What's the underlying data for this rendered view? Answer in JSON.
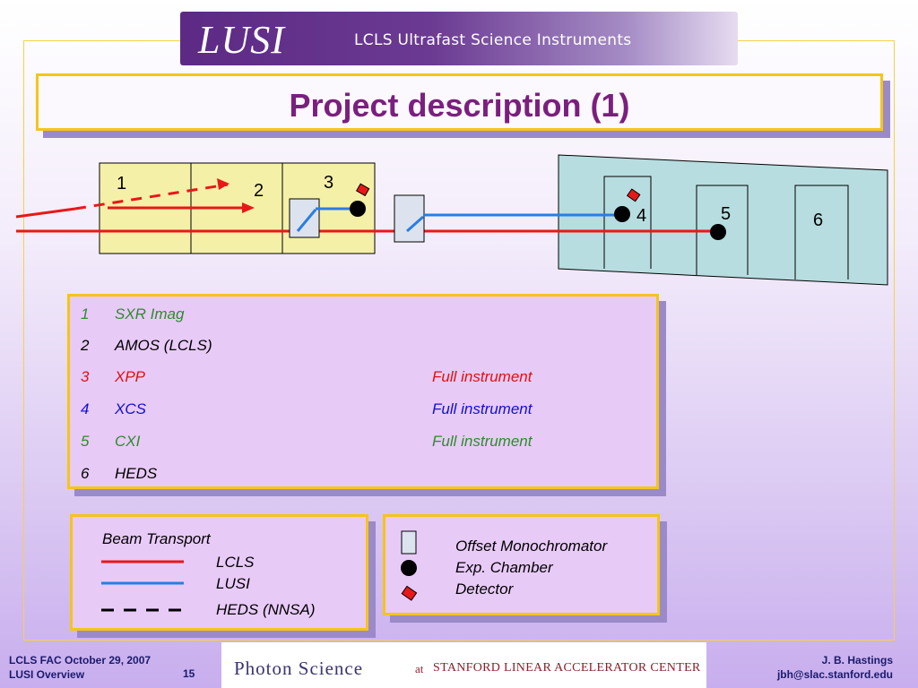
{
  "banner": {
    "logo": "LUSI",
    "tagline": "LCLS Ultrafast Science Instruments"
  },
  "title": "Project description (1)",
  "diagram": {
    "labels": [
      "1",
      "2",
      "3",
      "4",
      "5",
      "6"
    ]
  },
  "instruments": [
    {
      "num": "1",
      "name": "SXR Imag",
      "desc": "",
      "color": "#2e8b2e"
    },
    {
      "num": "2",
      "name": "AMOS (LCLS)",
      "desc": "",
      "color": "#000000"
    },
    {
      "num": "3",
      "name": "XPP",
      "desc": "Full instrument",
      "color": "#e01010"
    },
    {
      "num": "4",
      "name": "XCS",
      "desc": "Full instrument",
      "color": "#1010d0"
    },
    {
      "num": "5",
      "name": "CXI",
      "desc": "Full instrument",
      "color": "#2e8b2e"
    },
    {
      "num": "6",
      "name": "HEDS",
      "desc": "",
      "color": "#000000"
    }
  ],
  "legend_beam": {
    "heading": "Beam Transport",
    "items": [
      {
        "label": "LCLS",
        "color": "#e81818"
      },
      {
        "label": "LUSI",
        "color": "#2a7de1"
      },
      {
        "label": "HEDS (NNSA)",
        "color": "#000000"
      }
    ]
  },
  "legend_symbols": {
    "items": [
      {
        "label": "Offset Monochromator",
        "icon": "monochromator-icon"
      },
      {
        "label": "Exp. Chamber",
        "icon": "chamber-icon"
      },
      {
        "label": "Detector",
        "icon": "detector-icon"
      }
    ]
  },
  "footer": {
    "left_line1": "LCLS FAC October 29, 2007",
    "left_line2": "LUSI Overview",
    "page": "15",
    "center_main": "Photon Science",
    "center_at": "at",
    "center_org": "STANFORD LINEAR ACCELERATOR CENTER",
    "right_line1": "J. B. Hastings",
    "right_line2": "jbh@slac.stanford.edu"
  }
}
